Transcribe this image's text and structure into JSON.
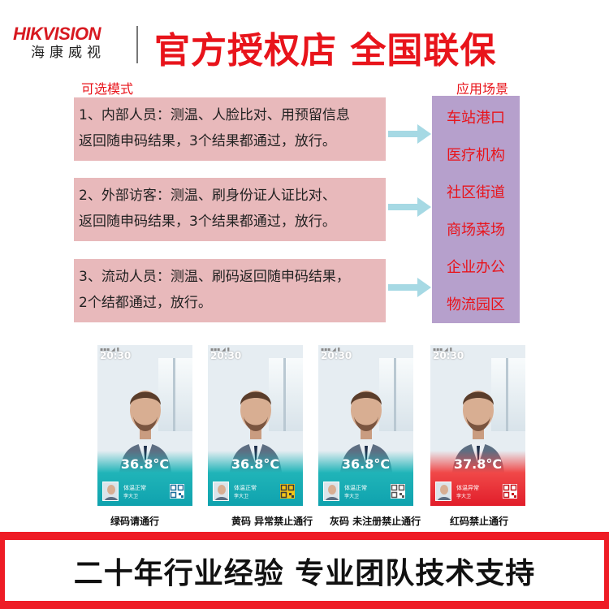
{
  "header": {
    "brand_en": "HIKVISION",
    "brand_cn": "海康威视",
    "headline": "官方授权店 全国联保"
  },
  "labels": {
    "modes": "可选模式",
    "scenes": "应用场景"
  },
  "modes": [
    {
      "line1": "1、内部人员：测温、人脸比对、用预留信息",
      "line2": "返回随申码结果，3个结果都通过，放行。"
    },
    {
      "line1": "2、外部访客：测温、刷身份证人证比对、",
      "line2": "返回随申码结果，3个结果都通过，放行。"
    },
    {
      "line1": "3、流动人员：测温、刷码返回随申码结果，",
      "line2": "2个结都通过，放行。"
    }
  ],
  "scenes": [
    "车站港口",
    "医疗机构",
    "社区街道",
    "商场菜场",
    "企业办公",
    "物流园区"
  ],
  "phones": [
    {
      "time": "20:30",
      "temp": "36.8°C",
      "status": "体温正常",
      "name": "李大卫",
      "caption": "绿码请通行",
      "qr_color": "#ffffff"
    },
    {
      "time": "20:30",
      "temp": "36.8°C",
      "status": "体温正常",
      "name": "李大卫",
      "caption": "黄码 异常禁止通行",
      "qr_color": "#f5c518"
    },
    {
      "time": "20:30",
      "temp": "36.8°C",
      "status": "体温正常",
      "name": "李大卫",
      "caption": "灰码 未注册禁止通行",
      "qr_color": "#ffffff"
    },
    {
      "time": "20:30",
      "temp": "37.8°C",
      "status": "体温异常",
      "name": "李大卫",
      "caption": "红码禁止通行",
      "qr_color": "#ffffff"
    }
  ],
  "footer": {
    "slogan": "二十年行业经验 专业团队技术支持"
  },
  "colors": {
    "brand_red": "#e8141b",
    "mode_box": "#e8b9bb",
    "scene_panel": "#b6a0cc",
    "arrow": "#a6d9e4"
  }
}
